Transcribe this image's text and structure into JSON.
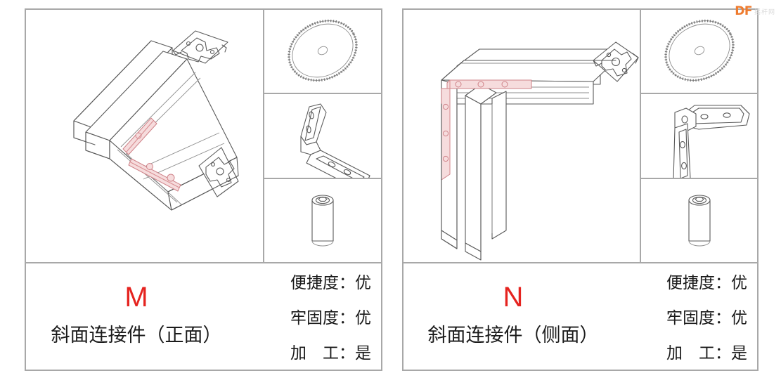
{
  "watermark": {
    "mark": "DF",
    "text": "摇杆网"
  },
  "cards": [
    {
      "id": "M",
      "code_letter": "M",
      "part_name": "斜面连接件（正面）",
      "specs": [
        {
          "label": "便捷度：",
          "value": "优",
          "text": "便捷度：优"
        },
        {
          "label": "牢固度：",
          "value": "优",
          "text": "牢固度：优"
        },
        {
          "label": "加　工：",
          "value": "是",
          "text": "加　工：是"
        }
      ],
      "main_view": "aluminum-extrusion-miter-joint-front-isometric",
      "thumbnails": [
        {
          "name": "saw-blade",
          "caption": ""
        },
        {
          "name": "angle-connector-bracket-front",
          "caption": ""
        },
        {
          "name": "hex-socket-spacer-sleeve",
          "caption": ""
        }
      ]
    },
    {
      "id": "N",
      "code_letter": "N",
      "part_name": "斜面连接件（侧面）",
      "specs": [
        {
          "label": "便捷度：",
          "value": "优",
          "text": "便捷度：优"
        },
        {
          "label": "牢固度：",
          "value": "优",
          "text": "牢固度：优"
        },
        {
          "label": "加　工：",
          "value": "是",
          "text": "加　工：是"
        }
      ],
      "main_view": "aluminum-extrusion-miter-joint-side-isometric",
      "thumbnails": [
        {
          "name": "saw-blade",
          "caption": ""
        },
        {
          "name": "angle-connector-bracket-side",
          "caption": ""
        },
        {
          "name": "hex-socket-spacer-sleeve",
          "caption": ""
        }
      ]
    }
  ],
  "colors": {
    "code_letter": "#e5231f",
    "border": "#a8a8a8",
    "text": "#1b1b1b",
    "watermark_mark": "#ef7b2e",
    "drawing_line": "#5a5a5a",
    "drawing_accent": "#cf8288",
    "background": "#ffffff"
  }
}
